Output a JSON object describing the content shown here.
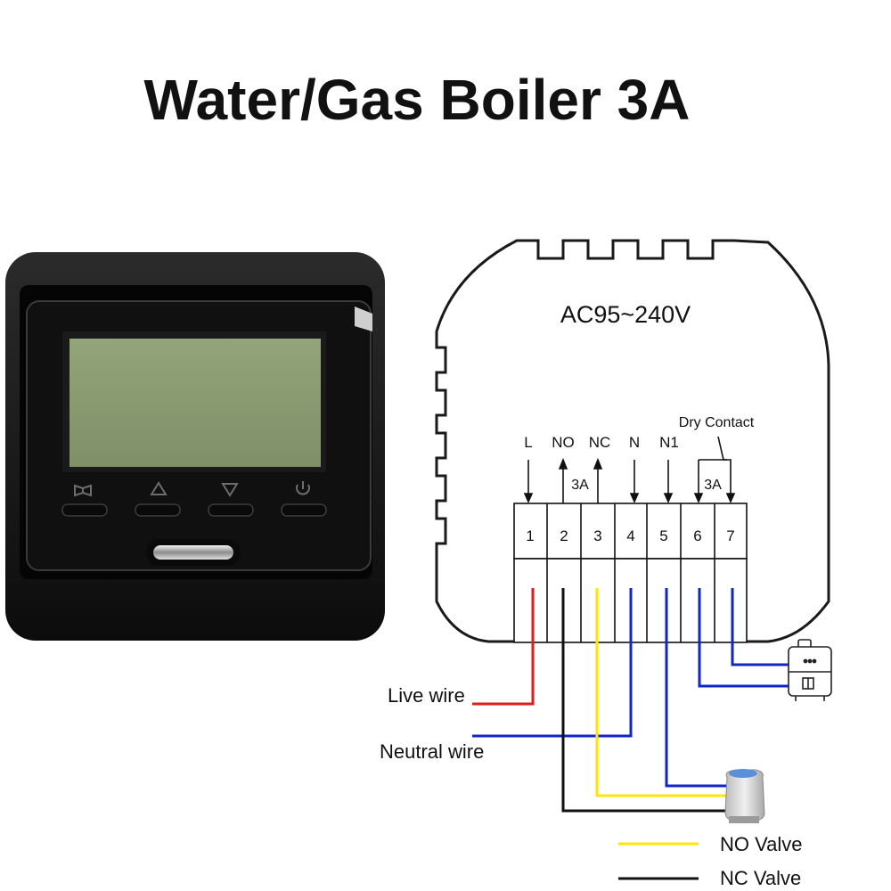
{
  "title": "Water/Gas Boiler 3A",
  "voltage": "AC95~240V",
  "dry_contact": "Dry Contact",
  "amp_label": "3A",
  "terminals": [
    {
      "number": "1",
      "label": "L"
    },
    {
      "number": "2",
      "label": "NO"
    },
    {
      "number": "3",
      "label": "NC"
    },
    {
      "number": "4",
      "label": "N"
    },
    {
      "number": "5",
      "label": "N1"
    },
    {
      "number": "6",
      "label": ""
    },
    {
      "number": "7",
      "label": ""
    }
  ],
  "wires": {
    "live": "Live wire",
    "neutral": "Neutral wire"
  },
  "legend": [
    {
      "label": "NO Valve",
      "color": "#ffe600"
    },
    {
      "label": "NC Valve",
      "color": "#111111"
    }
  ],
  "colors": {
    "live": "#e31b1b",
    "neutral": "#1226c8",
    "no_valve": "#ffe600",
    "nc_valve": "#111111"
  },
  "thermostat": {
    "buttons": [
      "book-icon",
      "up-triangle-icon",
      "down-triangle-icon",
      "power-icon"
    ]
  }
}
